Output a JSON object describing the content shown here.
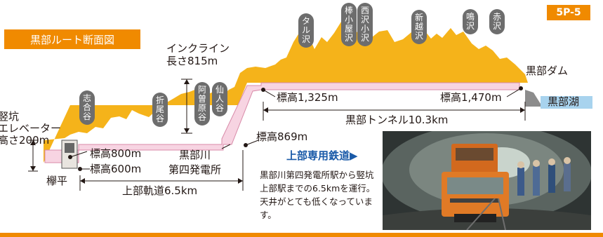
{
  "title": "黒部ルート断面図",
  "page_code": "5P-5",
  "shaft": {
    "lines": [
      "竪坑",
      "エレベーター",
      "高さ200m"
    ]
  },
  "incline": {
    "lines": [
      "インクライン",
      "長さ815m"
    ]
  },
  "peaks": [
    {
      "name": "志合谷",
      "chars": [
        "志",
        "合",
        "谷"
      ]
    },
    {
      "name": "折尾谷",
      "chars": [
        "折",
        "尾",
        "谷"
      ]
    },
    {
      "name": "阿曽原谷",
      "chars": [
        "阿",
        "曽",
        "原",
        "谷"
      ]
    },
    {
      "name": "仙人谷",
      "chars": [
        "仙",
        "人",
        "谷"
      ]
    },
    {
      "name": "タル沢",
      "chars": [
        "タ",
        "ル",
        "沢"
      ]
    },
    {
      "name": "棒小屋沢",
      "chars": [
        "棒",
        "小",
        "屋",
        "沢"
      ]
    },
    {
      "name": "西沢小沢",
      "chars": [
        "西",
        "沢",
        "小",
        "沢"
      ]
    },
    {
      "name": "新越沢",
      "chars": [
        "新",
        "越",
        "沢"
      ]
    },
    {
      "name": "鳴沢",
      "chars": [
        "鳴",
        "沢"
      ]
    },
    {
      "name": "赤沢",
      "chars": [
        "赤",
        "沢"
      ]
    }
  ],
  "elevations": {
    "e800": "標高800m",
    "e600": "標高600m",
    "e869": "標高869m",
    "e1325": "標高1,325m",
    "e1470": "標高1,470m"
  },
  "places": {
    "keyakidaira": "欅平",
    "power_station": [
      "黒部川",
      "第四発電所"
    ],
    "dam": "黒部ダム",
    "lake": "黒部湖"
  },
  "tracks": {
    "upper_track": "上部軌道6.5km",
    "tunnel": "黒部トンネル10.3km"
  },
  "railway": {
    "title": "上部専用鉄道▶",
    "description": "黒部川第四発電所駅から竪坑上部駅までの6.5kmを運行。天井がとても低くなっています。"
  },
  "colors": {
    "mountain": "#f5b31a",
    "route": "#f7d4e2",
    "accent": "#f08a00",
    "lake": "#a8d3ee",
    "tag": "#6d6d6d",
    "rail_title": "#1a5aa8"
  }
}
